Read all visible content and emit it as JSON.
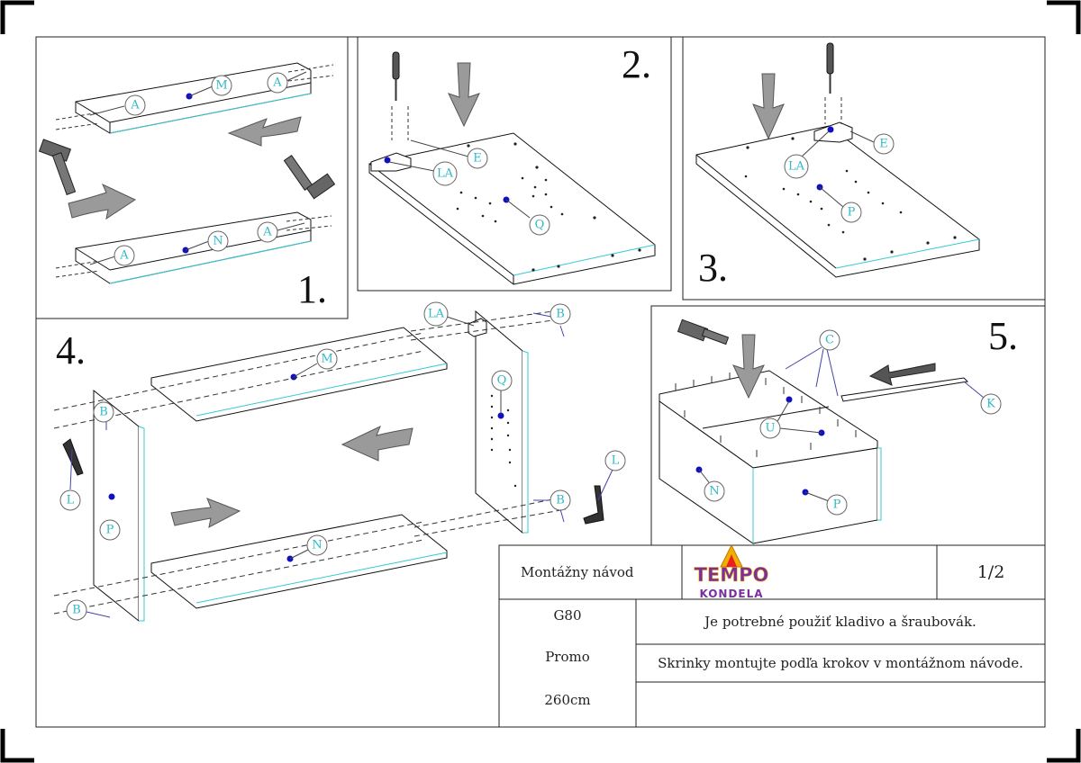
{
  "steps": {
    "s1": "1.",
    "s2": "2.",
    "s3": "3.",
    "s4": "4.",
    "s5": "5."
  },
  "callouts": {
    "a": "A",
    "m": "M",
    "n": "N",
    "e": "E",
    "la": "LA",
    "q": "Q",
    "p": "P",
    "b": "B",
    "l": "L",
    "c": "C",
    "u": "U",
    "k": "K"
  },
  "title_block": {
    "title": "Montážny návod",
    "page": "1/2",
    "model": "G80",
    "variant": "Promo",
    "size": "260cm",
    "note1": "Je potrebné použiť kladivo a šraubovák.",
    "note2": "Skrinky montujte podľa krokov v montážnom návode.",
    "note3": ""
  },
  "logo": {
    "brand_top": "TEMPO",
    "brand_bottom": "KONDELA",
    "color_top": "#7a2fa0",
    "color_bottom": "#7a2fa0",
    "accent": "#f0b000"
  },
  "colors": {
    "edge": "#35c9d6",
    "dot": "#1010c0",
    "arrow": "#8a8a8a",
    "frame": "#111111"
  }
}
